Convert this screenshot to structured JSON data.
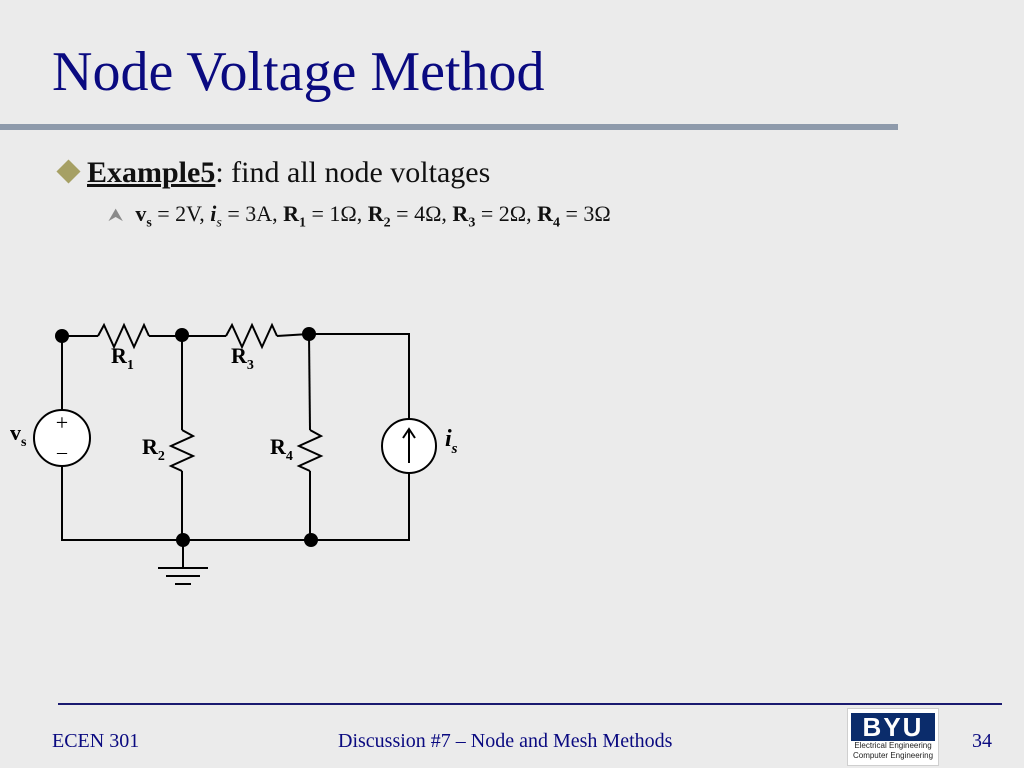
{
  "slide": {
    "title": "Node Voltage Method",
    "bullet": {
      "label": "Example5",
      "text": ": find all node voltages"
    },
    "params": {
      "vs_sym": "v",
      "vs_sub": "s",
      "vs_val": " = 2V, ",
      "is_sym": "i",
      "is_sub": "s",
      "is_val": " = 3A, ",
      "r1_sym": "R",
      "r1_sub": "1",
      "r1_val": " = 1Ω, ",
      "r2_sym": "R",
      "r2_sub": "2",
      "r2_val": " = 4Ω, ",
      "r3_sym": "R",
      "r3_sub": "3",
      "r3_val": " = 2Ω, ",
      "r4_sym": "R",
      "r4_sub": "4",
      "r4_val": " = 3Ω"
    }
  },
  "circuit": {
    "r1": {
      "sym": "R",
      "sub": "1"
    },
    "r2": {
      "sym": "R",
      "sub": "2"
    },
    "r3": {
      "sym": "R",
      "sub": "3"
    },
    "r4": {
      "sym": "R",
      "sub": "4"
    },
    "vs": {
      "sym": "v",
      "sub": "s",
      "plus": "+",
      "minus": "–"
    },
    "is": {
      "sym": "i",
      "sub": "s"
    }
  },
  "footer": {
    "course": "ECEN 301",
    "center": "Discussion #7 – Node and Mesh Methods",
    "page": "34",
    "logo": {
      "mark": "BYU",
      "line1": "Electrical Engineering",
      "line2": "Computer Engineering"
    }
  },
  "colors": {
    "title": "#0a0a80",
    "rule": "#8e9aab",
    "bullet": "#a6a064"
  }
}
